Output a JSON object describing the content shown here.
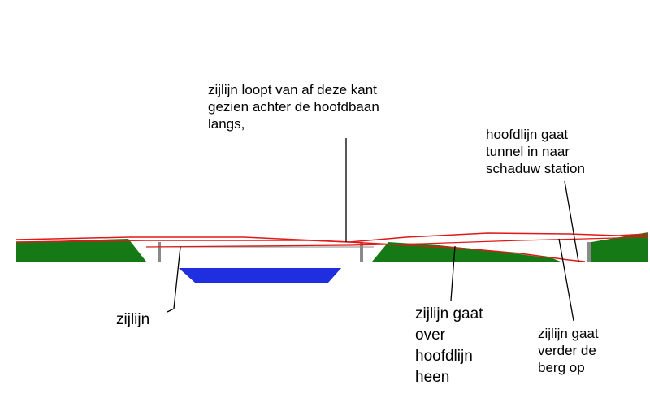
{
  "colors": {
    "ground": "#157A15",
    "water": "#1F2FE0",
    "rail": "#E01818",
    "pillar": "#8A8A8A",
    "leader": "#000000"
  },
  "labels": {
    "sideline_behind": "zijlijn loopt van af deze kant\ngezien achter de hoofdbaan\nlangs,",
    "mainline_tunnel": "hoofdlijn gaat\ntunnel in naar\nschaduw station",
    "sideline": "zijlijn",
    "sideline_over": "zijlijn gaat\nover\nhoofdlijn\nheen",
    "sideline_up": "zijlijn gaat\nverder de\nberg op"
  }
}
